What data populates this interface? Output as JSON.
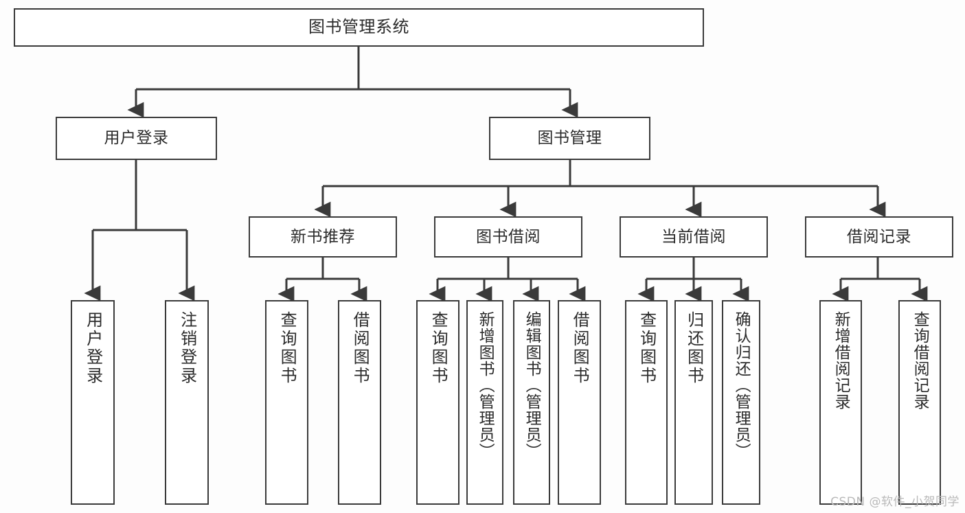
{
  "diagram": {
    "type": "tree",
    "title": "图书管理系统",
    "orientation": "top-down",
    "colors": {
      "box_border": "#3a3a3a",
      "box_fill": "#ffffff",
      "edge": "#3a3a3a",
      "text": "#2b2b2b",
      "background": "#fdfdfd",
      "watermark": "#b9b9b9"
    },
    "nodes": {
      "root": {
        "label": "图书管理系统"
      },
      "level2": [
        {
          "id": "user-login",
          "label": "用户登录"
        },
        {
          "id": "book-manage",
          "label": "图书管理"
        }
      ],
      "level3": [
        {
          "id": "new-book-recommend",
          "label": "新书推荐"
        },
        {
          "id": "book-borrow",
          "label": "图书借阅"
        },
        {
          "id": "current-borrow",
          "label": "当前借阅"
        },
        {
          "id": "borrow-record",
          "label": "借阅记录"
        }
      ],
      "leaves": [
        {
          "id": "leaf-user-login",
          "label": "用户登录",
          "parent": "user-login"
        },
        {
          "id": "leaf-logout",
          "label": "注销登录",
          "parent": "user-login"
        },
        {
          "id": "leaf-query-book-1",
          "label": "查询图书",
          "parent": "new-book-recommend"
        },
        {
          "id": "leaf-borrow-book-1",
          "label": "借阅图书",
          "parent": "new-book-recommend"
        },
        {
          "id": "leaf-query-book-2",
          "label": "查询图书",
          "parent": "book-borrow"
        },
        {
          "id": "leaf-add-book",
          "label": "新增图书（管理员）",
          "parent": "book-borrow"
        },
        {
          "id": "leaf-edit-book",
          "label": "编辑图书（管理员）",
          "parent": "book-borrow"
        },
        {
          "id": "leaf-borrow-book-2",
          "label": "借阅图书",
          "parent": "book-borrow"
        },
        {
          "id": "leaf-query-book-3",
          "label": "查询图书",
          "parent": "current-borrow"
        },
        {
          "id": "leaf-return-book",
          "label": "归还图书",
          "parent": "current-borrow"
        },
        {
          "id": "leaf-confirm-return",
          "label": "确认归还（管理员）",
          "parent": "current-borrow"
        },
        {
          "id": "leaf-add-record",
          "label": "新增借阅记录",
          "parent": "borrow-record"
        },
        {
          "id": "leaf-query-record",
          "label": "查询借阅记录",
          "parent": "borrow-record"
        }
      ]
    },
    "watermark": "CSDN @软件_小贺同学"
  }
}
